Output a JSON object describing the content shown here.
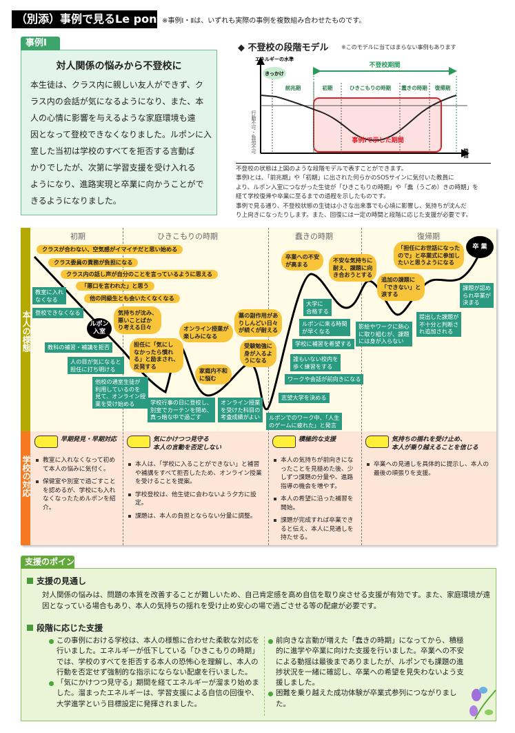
{
  "header": {
    "title": "（別添）事例で見るLe pont",
    "note": "※事例Ⅰ・Ⅱは、いずれも実際の事例を複数組み合わせたものです。"
  },
  "case": {
    "tab": "事例Ⅰ",
    "heading": "対人関係の悩みから不登校に",
    "lines": [
      "本生徒は、クラス内に親しい友人ができず、ク",
      "ラス内の会話が気になるようになり、また、本",
      "人の心情に影響を与えるような家庭環境も遠",
      "因となって登校できなくなりました。ルポンに入",
      "室した当初は学校のすべてを拒否する言動ば",
      "かりでしたが、次第に学習支援を受け入れる",
      "ようになり、進路実現と卒業に向かうことがで",
      "きるようになりました。"
    ]
  },
  "model": {
    "title": "◆ 不登校の段階モデル",
    "note": "※このモデルに当てはまらない事例もあります",
    "y_label": "エネルギーの水準",
    "x_label": "時間",
    "trigger": "きっかけ",
    "period": "不登校期間",
    "phases": [
      "前兆期",
      "初期",
      "ひきこもりの時期",
      "蠢きの時期",
      "復帰期"
    ],
    "side_label": "行動不可・負荷不可",
    "highlight": "事例Ⅰで示した期間",
    "caption": [
      "不登校の状態は上図のような段階モデルで表すことができます。",
      "事例Ⅰとは、「前兆期」や「初期」に出された何らかのSOSサインに気付いた教員に",
      "より、ルポン入室につながった生徒が「ひきこもりの時期」や「蠢（うごめ）きの時期」を",
      "経て学校復帰や卒業に至るまでの過程を示したものです。",
      "事例で見る通り、不登校状態の生徒は小さな出来事でも心境に影響し、気持ちが沈んだ",
      "り上向きになったりします。また、回復には一定の時間と段階に応じた支援が必要です。"
    ]
  },
  "diagram": {
    "upper_label": "本人の様態",
    "lower_label": "学校の対応",
    "phases": [
      "初期",
      "ひきこもりの時期",
      "蠢きの時期",
      "復帰期"
    ],
    "stripes": [
      "クラスが合わない、空気感がイマイチだと思い始める",
      "クラス委員の責務が負担になる",
      "クラス内の話し声が自分のことを言っているように思える",
      "「悪口を言われた」と思う",
      "他の同級生とも会いたくなくなる"
    ],
    "clouds": [
      "気持ちが沈み、\n悪いことばか\nり考える日々",
      "担任に「気にし\nなかったら慣れ\nる」と励まされ、\n反発する",
      "オンライン授業が\n楽しみになる",
      "家庭内不和\nに悩む",
      "薬の副作用があ\nりしんどい日々\nが続くが耐える",
      "受験勉強に\n身が入るよ\nうになる",
      "卒業への不安\nが高まる",
      "不安な気持ちに\n耐え、課題に向\nき合おうとする",
      "追加の課題に\n「できない」と\n涙する",
      "「担任にお世話になった\nので」と卒業式に参加し\nたいと思うようになる"
    ],
    "boxes": [
      "教室に入れ\nなくなる",
      "登校できなくなる",
      "教科の補習・補講を拒否",
      "人の目が気になると\n担任に打ち明ける",
      "他校の通室生徒が\n利用しているのを\n見て、オンライン授\n業を受け始める",
      "学校行事の日に登校し、\n別室でカーテンを閉め、\n真っ暗な中で過ごす",
      "オンライン授業\nを受けた科目の\n考査成績がよい",
      "ルポンでのワーク中、「人生\nのゲームに疲れた」と発言",
      "志望大学を決める",
      "ワークや会話が前向きになる",
      "誰もいない校内を\n歩く練習をする",
      "学校に補習を希望する",
      "ルポンに来る時間\nが早くなる",
      "大学に\n合格する",
      "影絵やワークに熱心\nに取り組むが、課題\nには身が入らない",
      "提出した課題が\n不十分と判断さ\nれ追加される",
      "課題が認め\nられ卒業が\n決まる"
    ],
    "start_oval": "ルポン\n入室",
    "end_oval": "卒 業",
    "responses": [
      {
        "heading": "早期発見・早期対応",
        "items": [
          "教室に入れなくなって初めて本人の悩みに気付く。",
          "保健室や別室で過ごすことを認めるが、学校にも入れなくなったためルポンを紹介。"
        ]
      },
      {
        "heading": "気にかけつつ見守る\n本人の言動を否定しない",
        "items": [
          "本人は、「学校に入ることができない」と補習や補講をすべて拒否したため、オンライン授業を受けることを提案。",
          "学校登校は、他生徒に会わないよう夕方に設定。",
          "課題は、本人の負担とならない分量に調整。"
        ]
      },
      {
        "heading": "積極的な支援",
        "items": [
          "本人の気持ちが前向きになったことを見極めた後、少しずつ課題の分量や、進路指導の機会を増やす。",
          "本人の希望に沿った補習を開始。",
          "課題が完成すれば卒業できると伝え、本人に見通しを持たせる。"
        ]
      },
      {
        "heading": "気持ちの揺れを受け止め、\n本人が乗り越えることを信じる",
        "items": [
          "卒業への見通しを具体的に提示し、本人の最後の頑張りを支援。"
        ]
      }
    ]
  },
  "support": {
    "tab": "支援のポイント",
    "outlook_heading": "支援の見通し",
    "outlook_text": "対人関係の悩みは、問題の本質を改善することが難しいため、自己肯定感を高め自信を取り戻させる支援が有効です。また、家庭環境が遠因となっている場合もあり、本人の気持ちの揺れを受け止め安心の場で過ごさせる等の配慮が必要です。",
    "stage_heading": "段階に応じた支援",
    "left_items": [
      "この事例における学校は、本人の様態に合わせた柔軟な対応を行いました。エネルギーが低下している「ひきこもりの時期」では、学校のすべてを拒否する本人の恐怖心を理解し、本人の行動を否定せず強制的な指示にならない配慮を行いました。",
      "「気にかけつつ見守る」期間を経てエネルギーが溜まり始めました。溜まったエネルギーは、学習支援による自信の回復や、大学進学という目標設定に発揮されました。"
    ],
    "right_items": [
      "前向きな言動が増えた「蠢きの時期」になってから、積極的に進学や卒業に向けた支援を行いました。卒業への不安による動揺は最後までありましたが、ルポンでも課題の進捗状況を一緒に確認し、卒業への希望を見失わないよう支援しました。",
      "困難を乗り越えた成功体験が卒業式参列につながりました。"
    ]
  },
  "colors": {
    "case_green": "#3ba56b",
    "teal": "#2a9a80",
    "bubble_yellow": "#f8c53a",
    "upper_bar": "#b5a800",
    "lower_bar": "#f47920",
    "support_green": "#62a83a",
    "highlight_red": "#e0202a"
  }
}
